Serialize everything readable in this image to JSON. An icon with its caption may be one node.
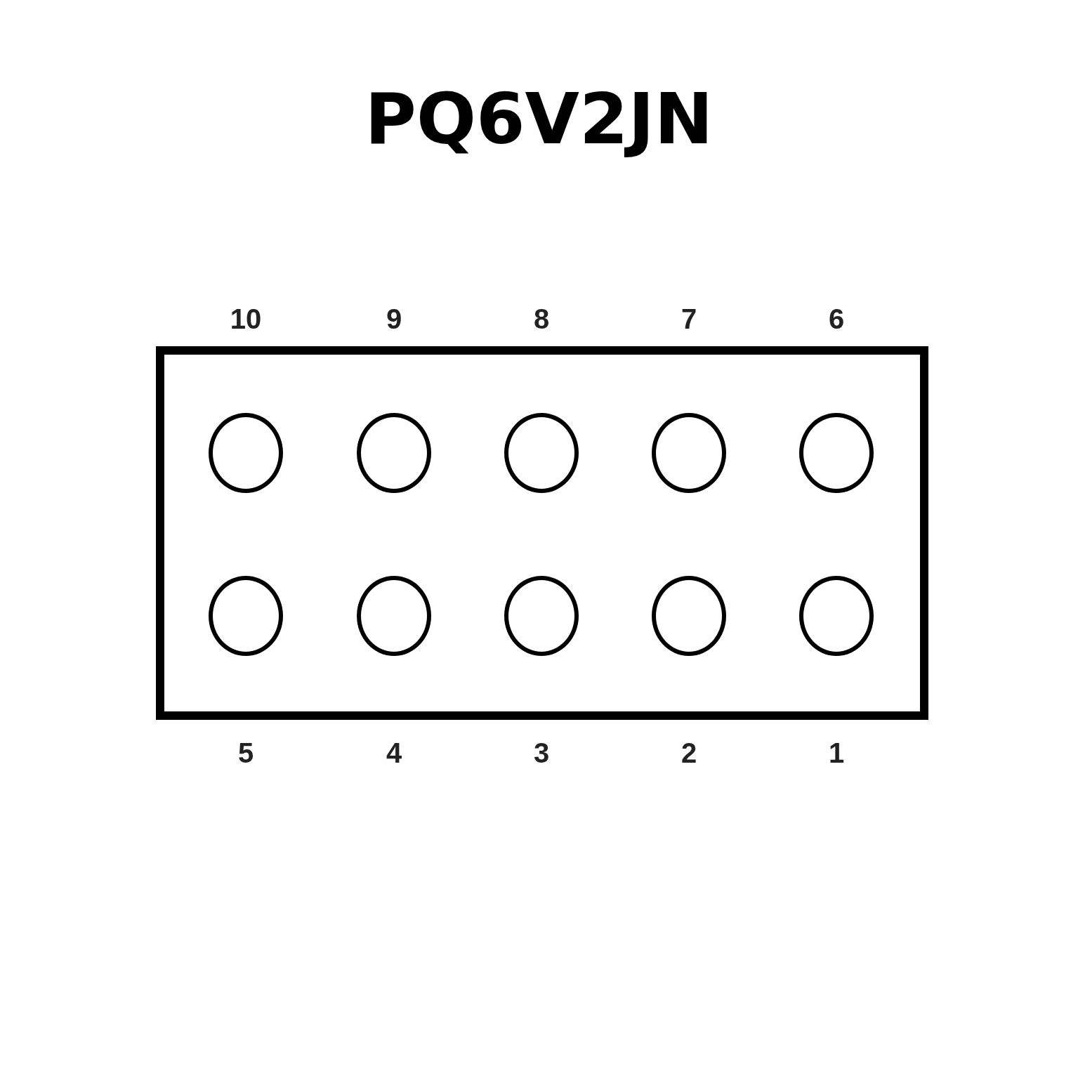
{
  "diagram": {
    "title": "PQ6V2JN",
    "nodes": [
      {
        "text": [],
        "shape": "box"
      },
      {
        "text": [],
        "shape": "circle",
        "in": 0,
        "beside": [
          "10"
        ]
      },
      {
        "text": [],
        "shape": "circle",
        "in": 0,
        "beside": [
          "9"
        ]
      },
      {
        "text": [],
        "shape": "circle",
        "in": 0,
        "beside": [
          "8"
        ]
      },
      {
        "text": [],
        "shape": "circle",
        "in": 0,
        "beside": [
          "7"
        ]
      },
      {
        "text": [],
        "shape": "circle",
        "in": 0,
        "beside": [
          "6"
        ]
      },
      {
        "text": [],
        "shape": "circle",
        "in": 0,
        "beside": [
          "5"
        ]
      },
      {
        "text": [],
        "shape": "circle",
        "in": 0,
        "beside": [
          "4"
        ]
      },
      {
        "text": [],
        "shape": "circle",
        "in": 0,
        "beside": [
          "3"
        ]
      },
      {
        "text": [],
        "shape": "circle",
        "in": 0,
        "beside": [
          "2"
        ]
      },
      {
        "text": [],
        "shape": "circle",
        "in": 0,
        "beside": [
          "1"
        ]
      }
    ]
  }
}
